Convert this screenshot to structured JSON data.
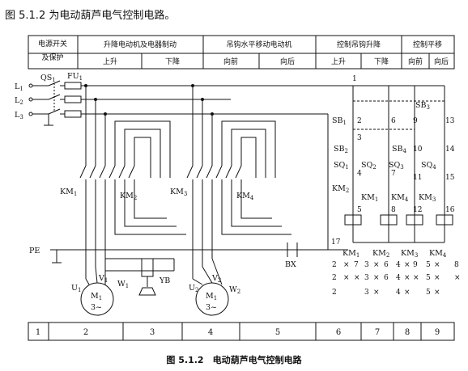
{
  "intro": "图 5.1.2 为电动葫芦电气控制电路。",
  "caption": "图 5.1.2　电动葫芦电气控制电路",
  "header": {
    "power": [
      "电源开关",
      "及保护"
    ],
    "hoist": "升降电动机及电器制动",
    "hoist_up": "上升",
    "hoist_down": "下降",
    "trolley": "吊钩水平移动电动机",
    "trolley_fwd": "向前",
    "trolley_back": "向后",
    "ctrl_hoist": "控制吊钩升降",
    "ctrl_up": "上升",
    "ctrl_down": "下降",
    "ctrl_move": "控制平移",
    "ctrl_fwd": "向前",
    "ctrl_back": "向后"
  },
  "labels": {
    "L1": "L",
    "L1s": "1",
    "L2": "L",
    "L2s": "2",
    "L3": "L",
    "L3s": "3",
    "QS": "QS",
    "QSs": "1",
    "FU": "FU",
    "FUs": "1",
    "PE": "PE",
    "KM1": "KM",
    "KM1s": "1",
    "KM2": "KM",
    "KM2s": "2",
    "KM3": "KM",
    "KM3s": "3",
    "KM4": "KM",
    "KM4s": "4",
    "U1": "U",
    "U1s": "1",
    "V1": "V",
    "V1s": "1",
    "W1": "W",
    "W1s": "1",
    "U2": "U",
    "U2s": "2",
    "V2": "V",
    "V2s": "2",
    "W2": "W",
    "W2s": "2",
    "M1a": "M",
    "M1as": "1",
    "M1b": "M",
    "M1bs": "1",
    "phase": "3~",
    "YB": "YB",
    "BX": "BX",
    "n1": "1",
    "n17": "17",
    "SB1": "SB",
    "SB1s": "1",
    "SB2": "SB",
    "SB2s": "2",
    "SB3": "SB",
    "SB3s": "3",
    "SB4": "SB",
    "SB4s": "4",
    "SQ1": "SQ",
    "SQ1s": "1",
    "SQ2": "SQ",
    "SQ2s": "2",
    "SQ3": "SQ",
    "SQ3s": "3",
    "SQ4": "SQ",
    "SQ4s": "4",
    "n2": "2",
    "n3": "3",
    "n4": "4",
    "n5": "5",
    "n6": "6",
    "n7": "7",
    "n8": "8",
    "n9": "9",
    "n10": "10",
    "n11": "11",
    "n12": "12",
    "n13": "13",
    "n14": "14",
    "n15": "15",
    "n16": "16",
    "cKM2a": "KM",
    "cKM2as": "2",
    "cKM1a": "KM",
    "cKM1as": "1",
    "cKM4a": "KM",
    "cKM4as": "4",
    "cKM3a": "KM",
    "cKM3as": "3"
  },
  "coils": [
    {
      "name": "KM",
      "sub": "1"
    },
    {
      "name": "KM",
      "sub": "2"
    },
    {
      "name": "KM",
      "sub": "3"
    },
    {
      "name": "KM",
      "sub": "4"
    }
  ],
  "contact_table": [
    [
      "2",
      "×",
      "7",
      "3",
      "×",
      "6",
      "4",
      "×",
      "9",
      "5",
      "×",
      "8"
    ],
    [
      "2",
      "×",
      "×",
      "3",
      "×",
      "6",
      "4",
      "×",
      "×",
      "5",
      "×",
      "×"
    ],
    [
      "2",
      "",
      "",
      "3",
      "×",
      "",
      "4",
      "×",
      "",
      "5",
      "×",
      ""
    ]
  ],
  "footer": [
    "1",
    "2",
    "3",
    "4",
    "5",
    "6",
    "7",
    "8",
    "9"
  ]
}
